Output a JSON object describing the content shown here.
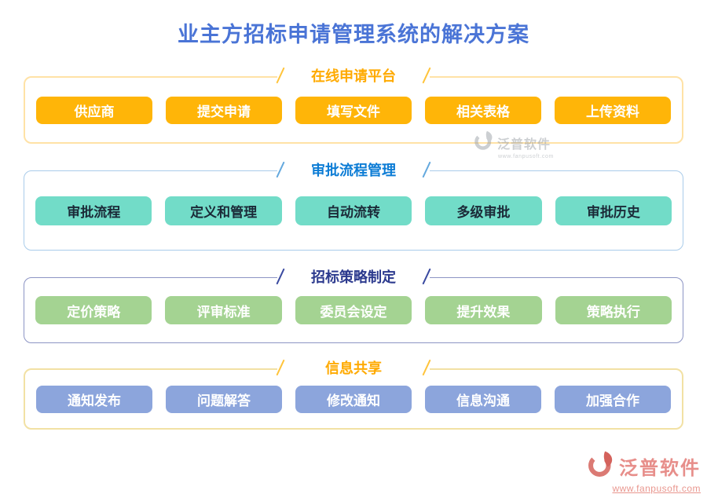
{
  "title": {
    "text": "业主方招标申请管理系统的解决方案",
    "color": "#4A74D6"
  },
  "sections": [
    {
      "id": "online-application-platform",
      "label": "在线申请平台",
      "header_color": "#FFAA00",
      "border_color": "#FFE2A6",
      "slash_color": "#FFC43C",
      "button_bg": "#FFB508",
      "button_text_color": "#FFFFFF",
      "buttons": [
        "供应商",
        "提交申请",
        "填写文件",
        "相关表格",
        "上传资料"
      ]
    },
    {
      "id": "approval-process-management",
      "label": "审批流程管理",
      "header_color": "#0C7CD5",
      "border_color": "#A9CCEA",
      "slash_color": "#64A9DE",
      "button_bg": "#72DCC8",
      "button_text_color": "#1B2A38",
      "buttons": [
        "审批流程",
        "定义和管理",
        "自动流转",
        "多级审批",
        "审批历史"
      ]
    },
    {
      "id": "bidding-strategy-formulation",
      "label": "招标策略制定",
      "header_color": "#2C3A8E",
      "border_color": "#8C94C4",
      "slash_color": "#3A4AA0",
      "button_bg": "#A4D392",
      "button_text_color": "#FFFFFF",
      "buttons": [
        "定价策略",
        "评审标准",
        "委员会设定",
        "提升效果",
        "策略执行"
      ]
    },
    {
      "id": "information-sharing",
      "label": "信息共享",
      "header_color": "#FFAA00",
      "border_color": "#F2E1A4",
      "slash_color": "#FFC43C",
      "button_bg": "#8CA5DC",
      "button_text_color": "#FFFFFF",
      "buttons": [
        "通知发布",
        "问题解答",
        "修改通知",
        "信息沟通",
        "加强合作"
      ]
    }
  ],
  "watermark_center": {
    "brand": "泛普软件",
    "url": "www.fanpusoft.com"
  },
  "brand_footer": {
    "brand": "泛普软件",
    "url": "www.fanpusoft.com",
    "color": "#E78E8A"
  }
}
